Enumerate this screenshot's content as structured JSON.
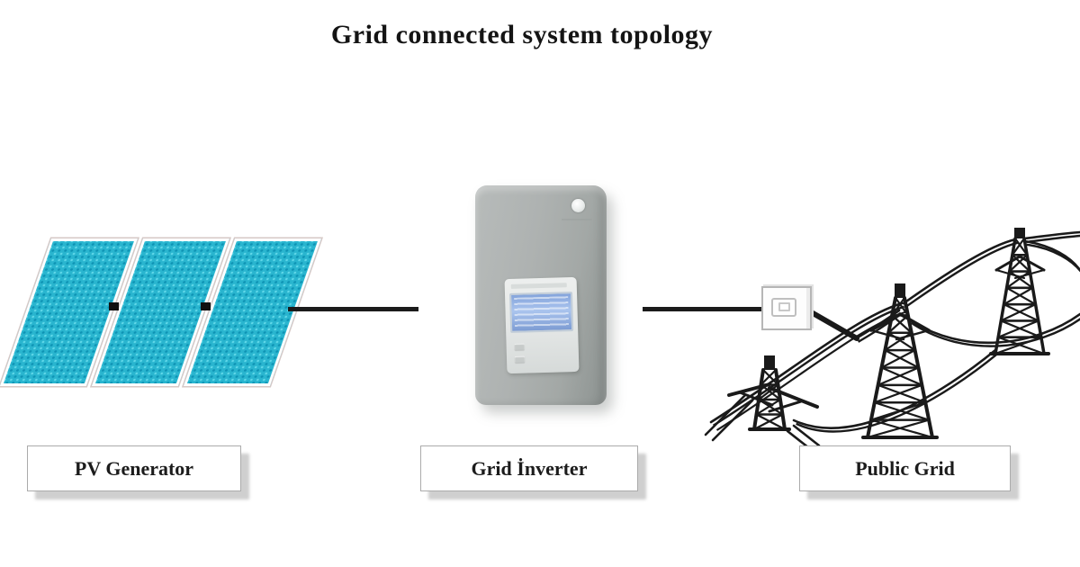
{
  "title": "Grid connected system topology",
  "nodes": [
    {
      "id": "pv-generator",
      "label": "PV Generator",
      "icon": "solar-panel-array-icon"
    },
    {
      "id": "grid-inverter",
      "label": "Grid İnverter",
      "icon": "inverter-device-icon"
    },
    {
      "id": "public-grid",
      "label": "Public Grid",
      "icon": "transmission-towers-icon"
    }
  ],
  "connections": [
    {
      "from": "pv-generator",
      "to": "grid-inverter",
      "style": "thick-black-line"
    },
    {
      "from": "grid-inverter",
      "to": "public-grid",
      "style": "thick-black-line-with-coupling-box"
    }
  ],
  "colors": {
    "background": "#ffffff",
    "wire": "#1a1a1a",
    "panel_cell_light": "#35bfd6",
    "panel_cell_dark": "#0e93b4",
    "panel_frame": "#ffffff",
    "inverter_body": "#a9aeac",
    "inverter_lcd": "#8fb0e0",
    "label_box_bg": "#ffffff",
    "label_box_border": "#ababab",
    "label_box_shadow": "#949494",
    "text": "#1c1c1c"
  }
}
